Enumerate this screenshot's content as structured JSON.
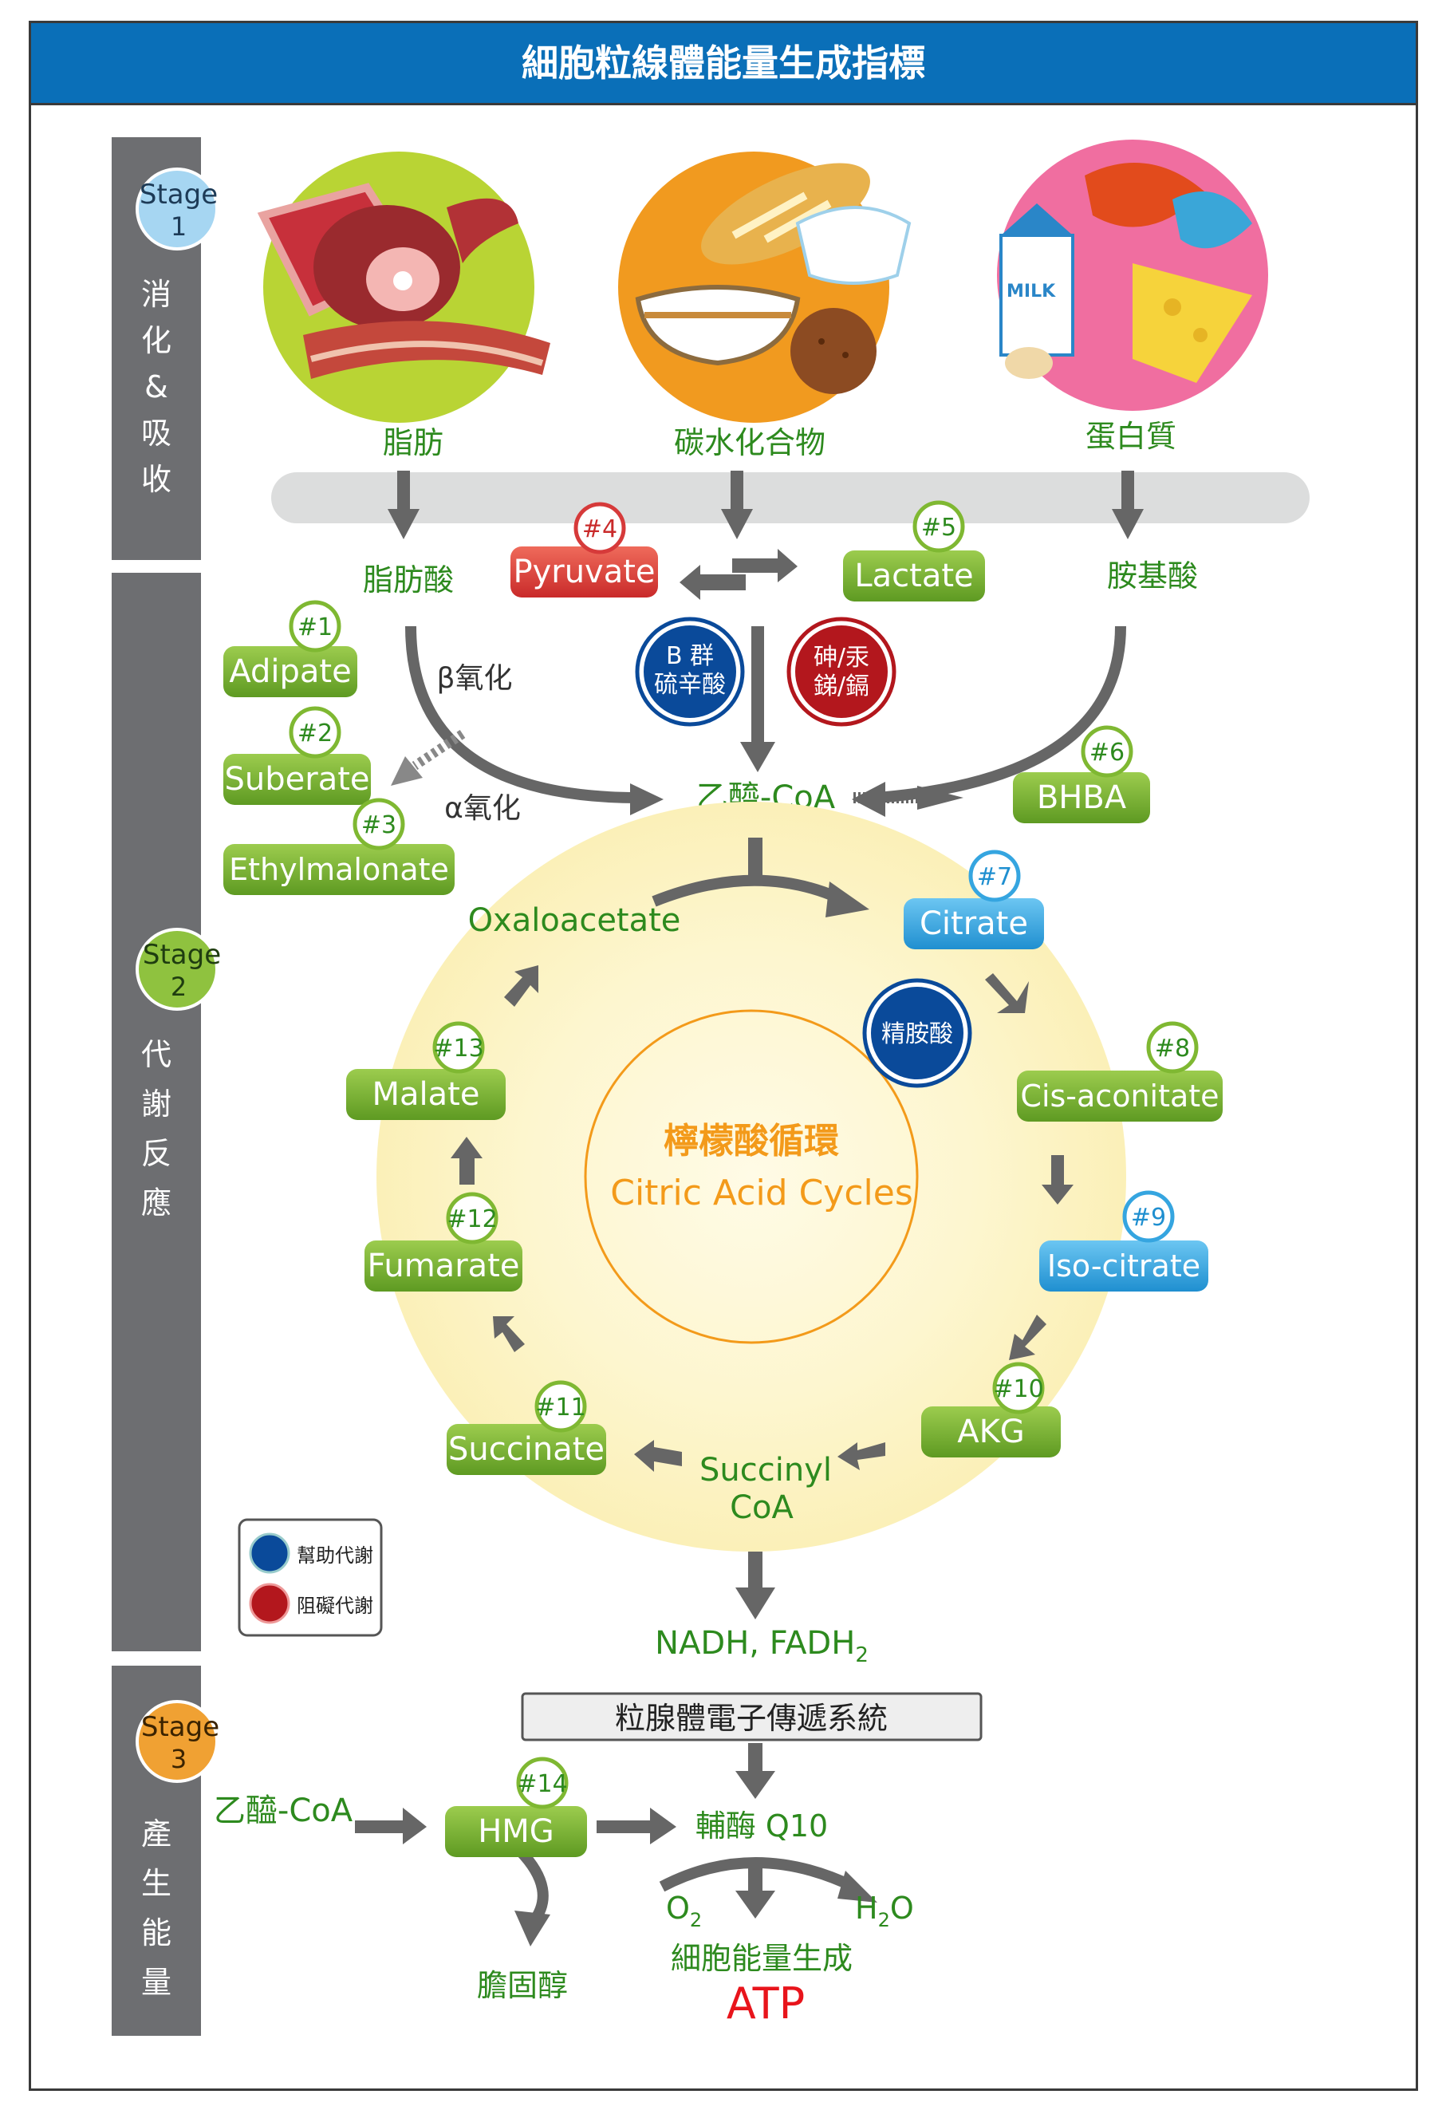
{
  "title": "細胞粒線體能量生成指標",
  "stages": [
    {
      "label": "Stage",
      "num": "1",
      "name": "消化&吸收",
      "color": "#a6d6f2"
    },
    {
      "label": "Stage",
      "num": "2",
      "name": "代謝反應",
      "color": "#8fc23f"
    },
    {
      "label": "Stage",
      "num": "3",
      "name": "產生能量",
      "color": "#f0a133"
    }
  ],
  "foods": {
    "fat": "脂肪",
    "carb": "碳水化合物",
    "protein": "蛋白質"
  },
  "intermediates": {
    "fatty_acid": "脂肪酸",
    "amino_acid": "胺基酸",
    "beta_ox": "β氧化",
    "alpha_ox": "α氧化",
    "acetyl_coa": "乙醯-CoA",
    "oxaloacetate": "Oxaloacetate",
    "succinyl": "Succinyl",
    "succinyl_coa": "CoA",
    "nadh": "NADH, FADH",
    "nadh_sub": "2",
    "etc": "粒腺體電子傳遞系統",
    "acetyl_coa_s3": "乙醯-CoA",
    "q10": "輔酶 Q10",
    "o2": "O",
    "o2_sub": "2",
    "h2o_h": "H",
    "h2o_sub": "2",
    "h2o_o": "O",
    "cholesterol": "膽固醇",
    "energy": "細胞能量生成",
    "atp": "ATP"
  },
  "cycle": {
    "zh": "檸檬酸循環",
    "en": "Citric Acid Cycles"
  },
  "cofactors": {
    "b_line1": "B 群",
    "b_line2": "硫辛酸",
    "metal_line1": "砷/汞",
    "metal_line2": "銻/鎘",
    "arginine": "精胺酸"
  },
  "markers": [
    {
      "id": "#1",
      "name": "Adipate",
      "color": "green"
    },
    {
      "id": "#2",
      "name": "Suberate",
      "color": "green"
    },
    {
      "id": "#3",
      "name": "Ethylmalonate",
      "color": "green"
    },
    {
      "id": "#4",
      "name": "Pyruvate",
      "color": "red"
    },
    {
      "id": "#5",
      "name": "Lactate",
      "color": "green"
    },
    {
      "id": "#6",
      "name": "BHBA",
      "color": "green"
    },
    {
      "id": "#7",
      "name": "Citrate",
      "color": "blue"
    },
    {
      "id": "#8",
      "name": "Cis-aconitate",
      "color": "green"
    },
    {
      "id": "#9",
      "name": "Iso-citrate",
      "color": "blue"
    },
    {
      "id": "#10",
      "name": "AKG",
      "color": "green"
    },
    {
      "id": "#11",
      "name": "Succinate",
      "color": "green"
    },
    {
      "id": "#12",
      "name": "Fumarate",
      "color": "green"
    },
    {
      "id": "#13",
      "name": "Malate",
      "color": "green"
    },
    {
      "id": "#14",
      "name": "HMG",
      "color": "green"
    }
  ],
  "legend": {
    "help": "幫助代謝",
    "inhibit": "阻礙代謝",
    "help_color": "#0a4a9a",
    "inhibit_color": "#b3171d"
  },
  "colors": {
    "green_text": "#2d8a1e",
    "marker_green": "#7fb832",
    "marker_red": "#d63a3a",
    "marker_blue": "#35a5e0",
    "stage_bar": "#6d6e71",
    "cycle_text": "#f39a1a",
    "atp": "#e8141b"
  },
  "food_icons": [
    "meat-icon",
    "bread-rice-noodle-icon",
    "milk-fish-cheese-icon"
  ]
}
